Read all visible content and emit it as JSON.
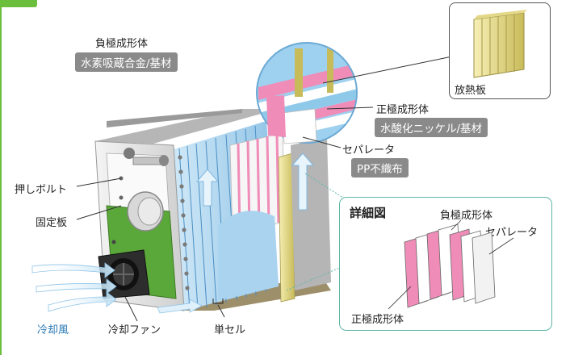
{
  "labels": {
    "neg_electrode": "負極成形体",
    "neg_material": "水素吸蔵合金/基材",
    "pos_electrode": "正極成形体",
    "pos_material": "水酸化ニッケル/基材",
    "separator": "セパレータ",
    "separator_material": "PP不織布",
    "heat_sink": "放熱板",
    "push_bolt": "押しボルト",
    "fixing_plate": "固定板",
    "cooling_air": "冷却風",
    "cooling_fan": "冷却ファン",
    "single_cell": "単セル"
  },
  "detail": {
    "title": "詳細図",
    "neg_electrode": "負極成形体",
    "separator": "セパレータ",
    "pos_electrode": "正極成形体"
  },
  "colors": {
    "green_frame": "#6bbf3c",
    "detail_border": "#5fb7a8",
    "cooling_text": "#2a7ab5",
    "pink_electrode": "#f08cb8",
    "blue_electrode": "#8fc9ea",
    "tag_gray": "#8a8a8a"
  }
}
